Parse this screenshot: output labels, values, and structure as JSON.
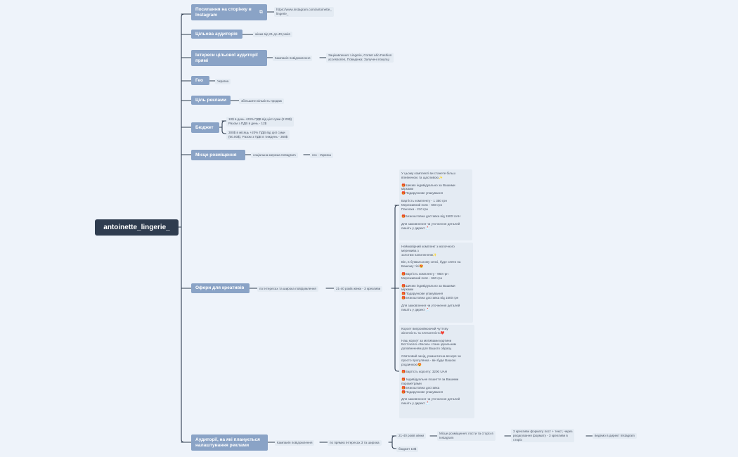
{
  "root": "antoinette_lingerie_",
  "branches": {
    "instagram_link": "Посилання на сторінку в Instagram",
    "audience": "Цільова аудиторія",
    "interests": "Інтереси цільової аудиторії прямі",
    "geo": "Гео",
    "ad_goal": "Ціль реклами",
    "budget": "Бюджет",
    "placement": "Місце розміщення",
    "offers": "Офери для креативів",
    "audiences_setup": "Аудиторії, на які планується налаштування реклами"
  },
  "leaves": {
    "instagram_url": "https://www.instagram.com/antoinette_\nlingerie_",
    "audience_value": "жінки від 21 до 40 років",
    "interests_campaign": "Кампанія повідомлення",
    "interests_value": "Зацікавлення: Lingerie, Corset або Fashion\naccessories, Поведінка: Залучені покупці",
    "geo_value": "Україна",
    "goal_value": "збільшити кількість продаж",
    "budget_1": "10$ в день +20% ПДВ від цієї суми (2.00$)\nРазом з ПДВ в день - 12$",
    "budget_2": "300$ в місяць +20% ПДВ від цієї суми\n(60.00$). Разом з ПДВ в тиждень - 360$",
    "placement_1": "соціальна мережа Instagram",
    "placement_2": "гео - Україна",
    "offers_interests": "по інтересах та широка повідомлення",
    "offers_audience": "21-40 років жінки - 3 креативи",
    "aud_campaign": "Кампанія повідомлення",
    "aud_interests": "по прямих інтересах 3 та широка",
    "aud_age": "21-40 років жінки",
    "aud_budget": "бюджет 10$",
    "aud_placement": "Місце розміщення: пости та сторіз в\nInstagram",
    "aud_creatives": "3 креативи формату пост + текст, через\nредагування формату - 3 креативи в\nсторіз",
    "aud_lead": "ведемо в директ Instagram"
  },
  "creative_boxes": [
    [
      "У цьому комплекті ви станете більш\nвпевненою та щасливою✨",
      "",
      "🎁Шиємо індивідуально за Вашими\nмірками\n🎁Подарункове упакування",
      "",
      "Вартість комплекту - 1 350 грн\nМереживний пояс - 660 грн\nПанчохи - 210 грн",
      "",
      "🎁Безкоштовна доставка від 1500 UAH",
      "",
      "Для замовлення чи уточнення деталей\nпишіть у директ 📩"
    ],
    [
      "Неймовірний комплект з молочного\nмереживa з\nзолотим напиленням✨",
      "",
      "Він, в буквальному сенсі, буде сяяти на\nВашому тілі😍",
      "",
      "🎁Вартість комплекту - 960 грн\nМереживний пояс - 660 грн",
      "",
      "🎁Шиємо індивідуально за Вашими\nмірками\n🎁Подарункове упакування\n🎁Безкоштовна доставка від 1500 грн",
      "",
      "Для замовлення чи уточнення деталей\nпишіть у директ 📩"
    ],
    [
      "Корсет випромінюючий чуттєву\nжіночність та елегантність❤️",
      "",
      "Наш корсет за мотивами картини\nБоттічеллі «Весна» стане ідеальним\nдоповненням для Вашого образу.",
      "",
      "Святковий захід, романтична вечеря чи\nпросто прогулянка - він буде Вашою\nродзинкою😍",
      "",
      "🎁Вартість корсету: 3200 UAH",
      "",
      "🎁 Індивідуальне пошиття за Вашими\nпараметрами\n🎁Безкоштовна доставка\n🎁Подарункове упакування",
      "",
      "Для замовлення чи уточнення деталей\nпишіть у директ 📩"
    ]
  ],
  "icons": {
    "external_link": "external-link-icon"
  },
  "colors": {
    "root": "#2f3c4f",
    "branch": "#8aa3c6",
    "leaf": "#e4ebf3",
    "line": "#2f3c4f"
  }
}
